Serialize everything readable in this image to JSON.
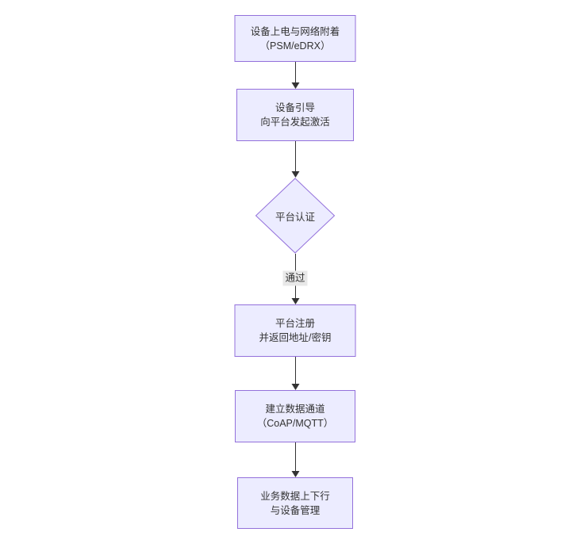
{
  "diagram": {
    "type": "flowchart",
    "direction": "top-down",
    "background": "#ffffff",
    "nodes": [
      {
        "id": "power_attach",
        "shape": "rect",
        "lines": [
          "设备上电与网络附着",
          "（PSM/eDRX）"
        ]
      },
      {
        "id": "bootstrap",
        "shape": "rect",
        "lines": [
          "设备引导",
          "向平台发起激活"
        ]
      },
      {
        "id": "platform_auth",
        "shape": "diamond",
        "lines": [
          "平台认证"
        ]
      },
      {
        "id": "platform_register",
        "shape": "rect",
        "lines": [
          "平台注册",
          "并返回地址/密钥"
        ]
      },
      {
        "id": "data_channel",
        "shape": "rect",
        "lines": [
          "建立数据通道",
          "（CoAP/MQTT）"
        ]
      },
      {
        "id": "business_data",
        "shape": "rect",
        "lines": [
          "业务数据上下行",
          "与设备管理"
        ]
      }
    ],
    "edges": [
      {
        "from": "power_attach",
        "to": "bootstrap",
        "label": ""
      },
      {
        "from": "bootstrap",
        "to": "platform_auth",
        "label": ""
      },
      {
        "from": "platform_auth",
        "to": "platform_register",
        "label": "通过"
      },
      {
        "from": "platform_register",
        "to": "data_channel",
        "label": ""
      },
      {
        "from": "data_channel",
        "to": "business_data",
        "label": ""
      }
    ],
    "edge_label_pass": "通过",
    "colors": {
      "node_fill": "#ECECFF",
      "node_border": "#9370DB",
      "edge_line": "#333333",
      "edge_label_bg": "#e8e8e8",
      "text": "#333333"
    }
  }
}
